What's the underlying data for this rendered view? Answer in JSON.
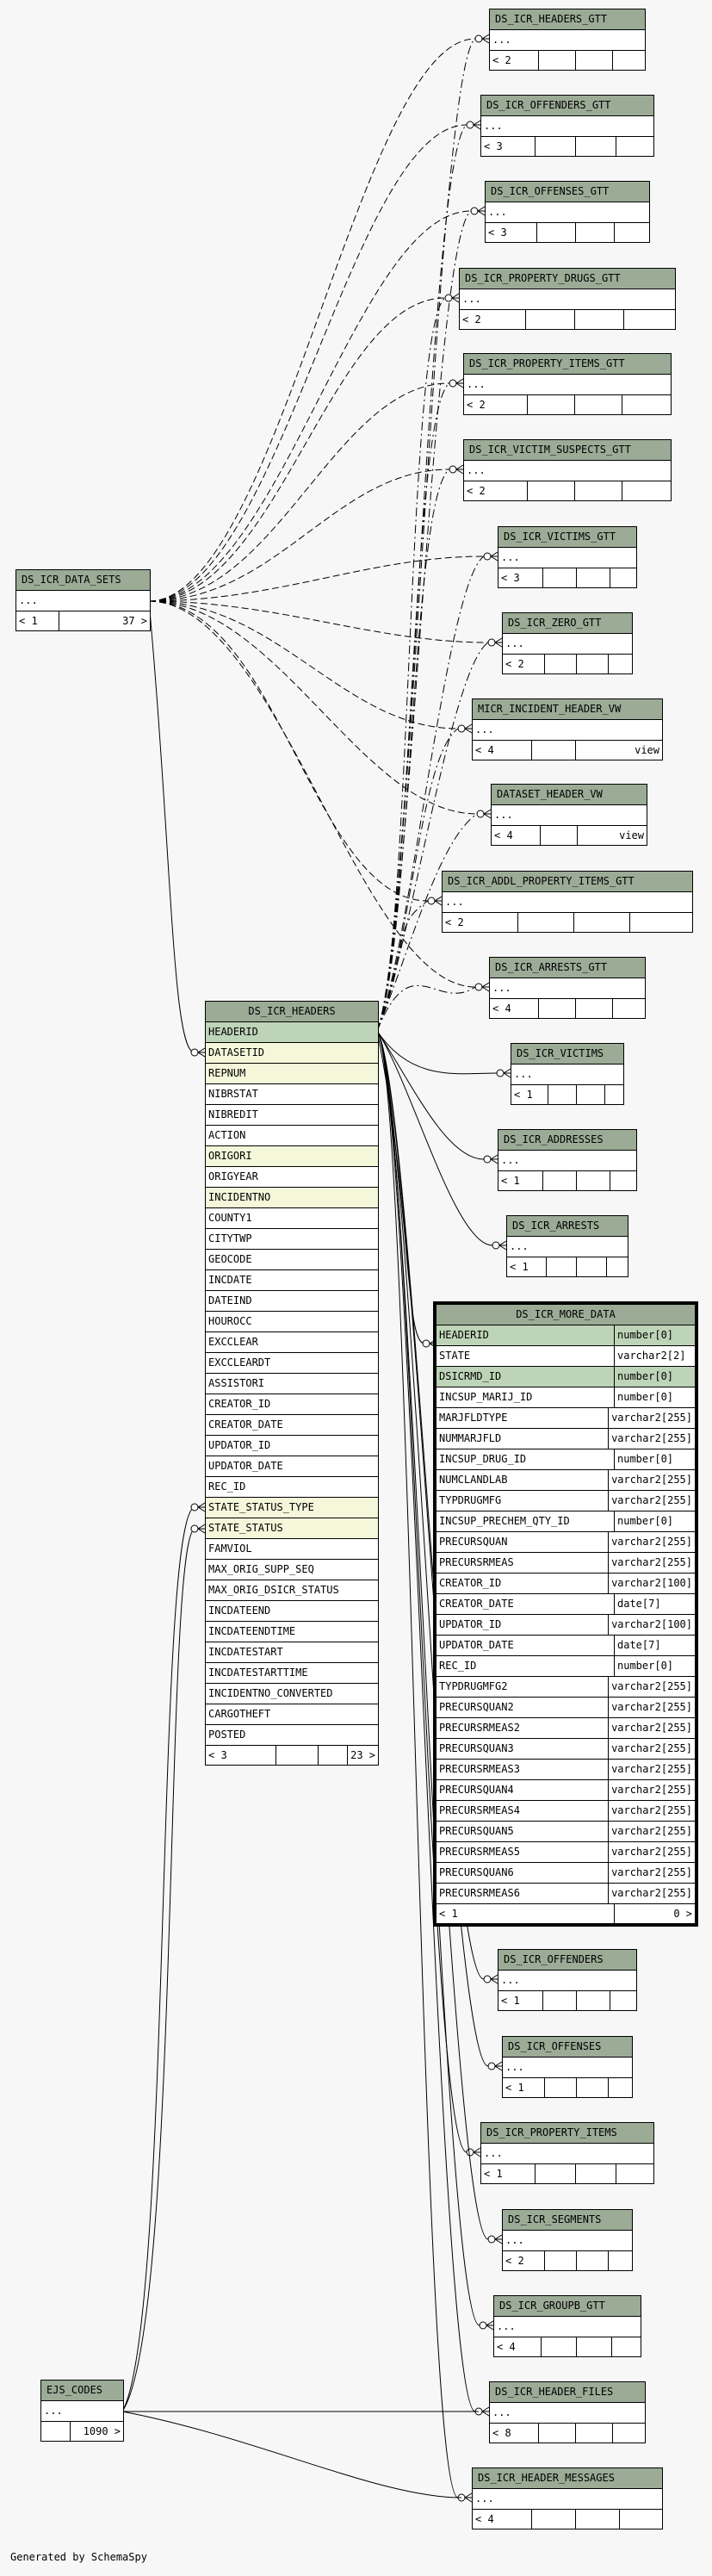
{
  "footer": "Generated by SchemaSpy",
  "gtt_tables": [
    {
      "name": "DS_ICR_HEADERS_GTT",
      "row": "...",
      "left": "< 2",
      "mid": [
        "",
        ""
      ],
      "right": ""
    },
    {
      "name": "DS_ICR_OFFENDERS_GTT",
      "row": "...",
      "left": "< 3",
      "mid": [
        "",
        ""
      ],
      "right": ""
    },
    {
      "name": "DS_ICR_OFFENSES_GTT",
      "row": "...",
      "left": "< 3",
      "mid": [
        "",
        ""
      ],
      "right": ""
    },
    {
      "name": "DS_ICR_PROPERTY_DRUGS_GTT",
      "row": "...",
      "left": "< 2",
      "mid": [
        "",
        ""
      ],
      "right": ""
    },
    {
      "name": "DS_ICR_PROPERTY_ITEMS_GTT",
      "row": "...",
      "left": "< 2",
      "mid": [
        "",
        ""
      ],
      "right": ""
    },
    {
      "name": "DS_ICR_VICTIM_SUSPECTS_GTT",
      "row": "...",
      "left": "< 2",
      "mid": [
        "",
        ""
      ],
      "right": ""
    },
    {
      "name": "DS_ICR_VICTIMS_GTT",
      "row": "...",
      "left": "< 3",
      "mid": [
        "",
        ""
      ],
      "right": ""
    },
    {
      "name": "DS_ICR_ZERO_GTT",
      "row": "...",
      "left": "< 2",
      "mid": [
        "",
        ""
      ],
      "right": ""
    },
    {
      "name": "MICR_INCIDENT_HEADER_VW",
      "row": "...",
      "left": "< 4",
      "mid": [
        ""
      ],
      "right": "view"
    },
    {
      "name": "DATASET_HEADER_VW",
      "row": "...",
      "left": "< 4",
      "mid": [
        ""
      ],
      "right": "view"
    },
    {
      "name": "DS_ICR_ADDL_PROPERTY_ITEMS_GTT",
      "row": "...",
      "left": "< 2",
      "mid": [
        "",
        ""
      ],
      "right": ""
    },
    {
      "name": "DS_ICR_ARRESTS_GTT",
      "row": "...",
      "left": "< 4",
      "mid": [
        "",
        ""
      ],
      "right": ""
    },
    {
      "name": "DS_ICR_VICTIMS",
      "row": "...",
      "left": "< 1",
      "mid": [
        "",
        ""
      ],
      "right": ""
    },
    {
      "name": "DS_ICR_ADDRESSES",
      "row": "...",
      "left": "< 1",
      "mid": [
        "",
        ""
      ],
      "right": ""
    },
    {
      "name": "DS_ICR_ARRESTS",
      "row": "...",
      "left": "< 1",
      "mid": [
        "",
        ""
      ],
      "right": ""
    },
    {
      "name": "DS_ICR_OFFENDERS",
      "row": "...",
      "left": "< 1",
      "mid": [
        "",
        ""
      ],
      "right": ""
    },
    {
      "name": "DS_ICR_OFFENSES",
      "row": "...",
      "left": "< 1",
      "mid": [
        "",
        ""
      ],
      "right": ""
    },
    {
      "name": "DS_ICR_PROPERTY_ITEMS",
      "row": "...",
      "left": "< 1",
      "mid": [
        "",
        ""
      ],
      "right": ""
    },
    {
      "name": "DS_ICR_SEGMENTS",
      "row": "...",
      "left": "< 2",
      "mid": [
        "",
        ""
      ],
      "right": ""
    },
    {
      "name": "DS_ICR_GROUPB_GTT",
      "row": "...",
      "left": "< 4",
      "mid": [
        "",
        ""
      ],
      "right": ""
    },
    {
      "name": "DS_ICR_HEADER_FILES",
      "row": "...",
      "left": "< 8",
      "mid": [
        "",
        ""
      ],
      "right": ""
    },
    {
      "name": "DS_ICR_HEADER_MESSAGES",
      "row": "...",
      "left": "< 4",
      "mid": [
        "",
        ""
      ],
      "right": ""
    }
  ],
  "data_sets": {
    "name": "DS_ICR_DATA_SETS",
    "row": "...",
    "left": "< 1",
    "right": "37 >"
  },
  "ejs_codes": {
    "name": "EJS_CODES",
    "row": "...",
    "left": "",
    "right": "1090 >"
  },
  "headers": {
    "name": "DS_ICR_HEADERS",
    "columns": [
      {
        "name": "HEADERID",
        "kind": "pk"
      },
      {
        "name": "DATASETID",
        "kind": "idx"
      },
      {
        "name": "REPNUM",
        "kind": "idx"
      },
      {
        "name": "NIBRSTAT",
        "kind": ""
      },
      {
        "name": "NIBREDIT",
        "kind": ""
      },
      {
        "name": "ACTION",
        "kind": ""
      },
      {
        "name": "ORIGORI",
        "kind": "idx"
      },
      {
        "name": "ORIGYEAR",
        "kind": ""
      },
      {
        "name": "INCIDENTNO",
        "kind": "idx"
      },
      {
        "name": "COUNTY1",
        "kind": ""
      },
      {
        "name": "CITYTWP",
        "kind": ""
      },
      {
        "name": "GEOCODE",
        "kind": ""
      },
      {
        "name": "INCDATE",
        "kind": ""
      },
      {
        "name": "DATEIND",
        "kind": ""
      },
      {
        "name": "HOUROCC",
        "kind": ""
      },
      {
        "name": "EXCCLEAR",
        "kind": ""
      },
      {
        "name": "EXCCLEARDT",
        "kind": ""
      },
      {
        "name": "ASSISTORI",
        "kind": ""
      },
      {
        "name": "CREATOR_ID",
        "kind": ""
      },
      {
        "name": "CREATOR_DATE",
        "kind": ""
      },
      {
        "name": "UPDATOR_ID",
        "kind": ""
      },
      {
        "name": "UPDATOR_DATE",
        "kind": ""
      },
      {
        "name": "REC_ID",
        "kind": ""
      },
      {
        "name": "STATE_STATUS_TYPE",
        "kind": "idx"
      },
      {
        "name": "STATE_STATUS",
        "kind": "idx"
      },
      {
        "name": "FAMVIOL",
        "kind": ""
      },
      {
        "name": "MAX_ORIG_SUPP_SEQ",
        "kind": ""
      },
      {
        "name": "MAX_ORIG_DSICR_STATUS",
        "kind": ""
      },
      {
        "name": "INCDATEEND",
        "kind": ""
      },
      {
        "name": "INCDATEENDTIME",
        "kind": ""
      },
      {
        "name": "INCDATESTART",
        "kind": ""
      },
      {
        "name": "INCDATESTARTTIME",
        "kind": ""
      },
      {
        "name": "INCIDENTNO_CONVERTED",
        "kind": ""
      },
      {
        "name": "CARGOTHEFT",
        "kind": ""
      },
      {
        "name": "POSTED",
        "kind": ""
      }
    ],
    "left": "< 3",
    "right": "23 >"
  },
  "more_data": {
    "name": "DS_ICR_MORE_DATA",
    "columns": [
      {
        "name": "HEADERID",
        "type": "number[0]",
        "kind": "pk"
      },
      {
        "name": "STATE",
        "type": "varchar2[2]",
        "kind": ""
      },
      {
        "name": "DSICRMD_ID",
        "type": "number[0]",
        "kind": "pk"
      },
      {
        "name": "INCSUP_MARIJ_ID",
        "type": "number[0]",
        "kind": ""
      },
      {
        "name": "MARJFLDTYPE",
        "type": "varchar2[255]",
        "kind": ""
      },
      {
        "name": "NUMMARJFLD",
        "type": "varchar2[255]",
        "kind": ""
      },
      {
        "name": "INCSUP_DRUG_ID",
        "type": "number[0]",
        "kind": ""
      },
      {
        "name": "NUMCLANDLAB",
        "type": "varchar2[255]",
        "kind": ""
      },
      {
        "name": "TYPDRUGMFG",
        "type": "varchar2[255]",
        "kind": ""
      },
      {
        "name": "INCSUP_PRECHEM_QTY_ID",
        "type": "number[0]",
        "kind": ""
      },
      {
        "name": "PRECURSQUAN",
        "type": "varchar2[255]",
        "kind": ""
      },
      {
        "name": "PRECURSRMEAS",
        "type": "varchar2[255]",
        "kind": ""
      },
      {
        "name": "CREATOR_ID",
        "type": "varchar2[100]",
        "kind": ""
      },
      {
        "name": "CREATOR_DATE",
        "type": "date[7]",
        "kind": ""
      },
      {
        "name": "UPDATOR_ID",
        "type": "varchar2[100]",
        "kind": ""
      },
      {
        "name": "UPDATOR_DATE",
        "type": "date[7]",
        "kind": ""
      },
      {
        "name": "REC_ID",
        "type": "number[0]",
        "kind": ""
      },
      {
        "name": "TYPDRUGMFG2",
        "type": "varchar2[255]",
        "kind": ""
      },
      {
        "name": "PRECURSQUAN2",
        "type": "varchar2[255]",
        "kind": ""
      },
      {
        "name": "PRECURSRMEAS2",
        "type": "varchar2[255]",
        "kind": ""
      },
      {
        "name": "PRECURSQUAN3",
        "type": "varchar2[255]",
        "kind": ""
      },
      {
        "name": "PRECURSRMEAS3",
        "type": "varchar2[255]",
        "kind": ""
      },
      {
        "name": "PRECURSQUAN4",
        "type": "varchar2[255]",
        "kind": ""
      },
      {
        "name": "PRECURSRMEAS4",
        "type": "varchar2[255]",
        "kind": ""
      },
      {
        "name": "PRECURSQUAN5",
        "type": "varchar2[255]",
        "kind": ""
      },
      {
        "name": "PRECURSRMEAS5",
        "type": "varchar2[255]",
        "kind": ""
      },
      {
        "name": "PRECURSQUAN6",
        "type": "varchar2[255]",
        "kind": ""
      },
      {
        "name": "PRECURSRMEAS6",
        "type": "varchar2[255]",
        "kind": ""
      }
    ],
    "left": "< 1",
    "right": "0 >"
  },
  "colors": {
    "header_bg": "#9bab96",
    "pk_bg": "#bed4b8",
    "index_bg": "#f4f7da",
    "page_bg": "#f7f7f7"
  }
}
